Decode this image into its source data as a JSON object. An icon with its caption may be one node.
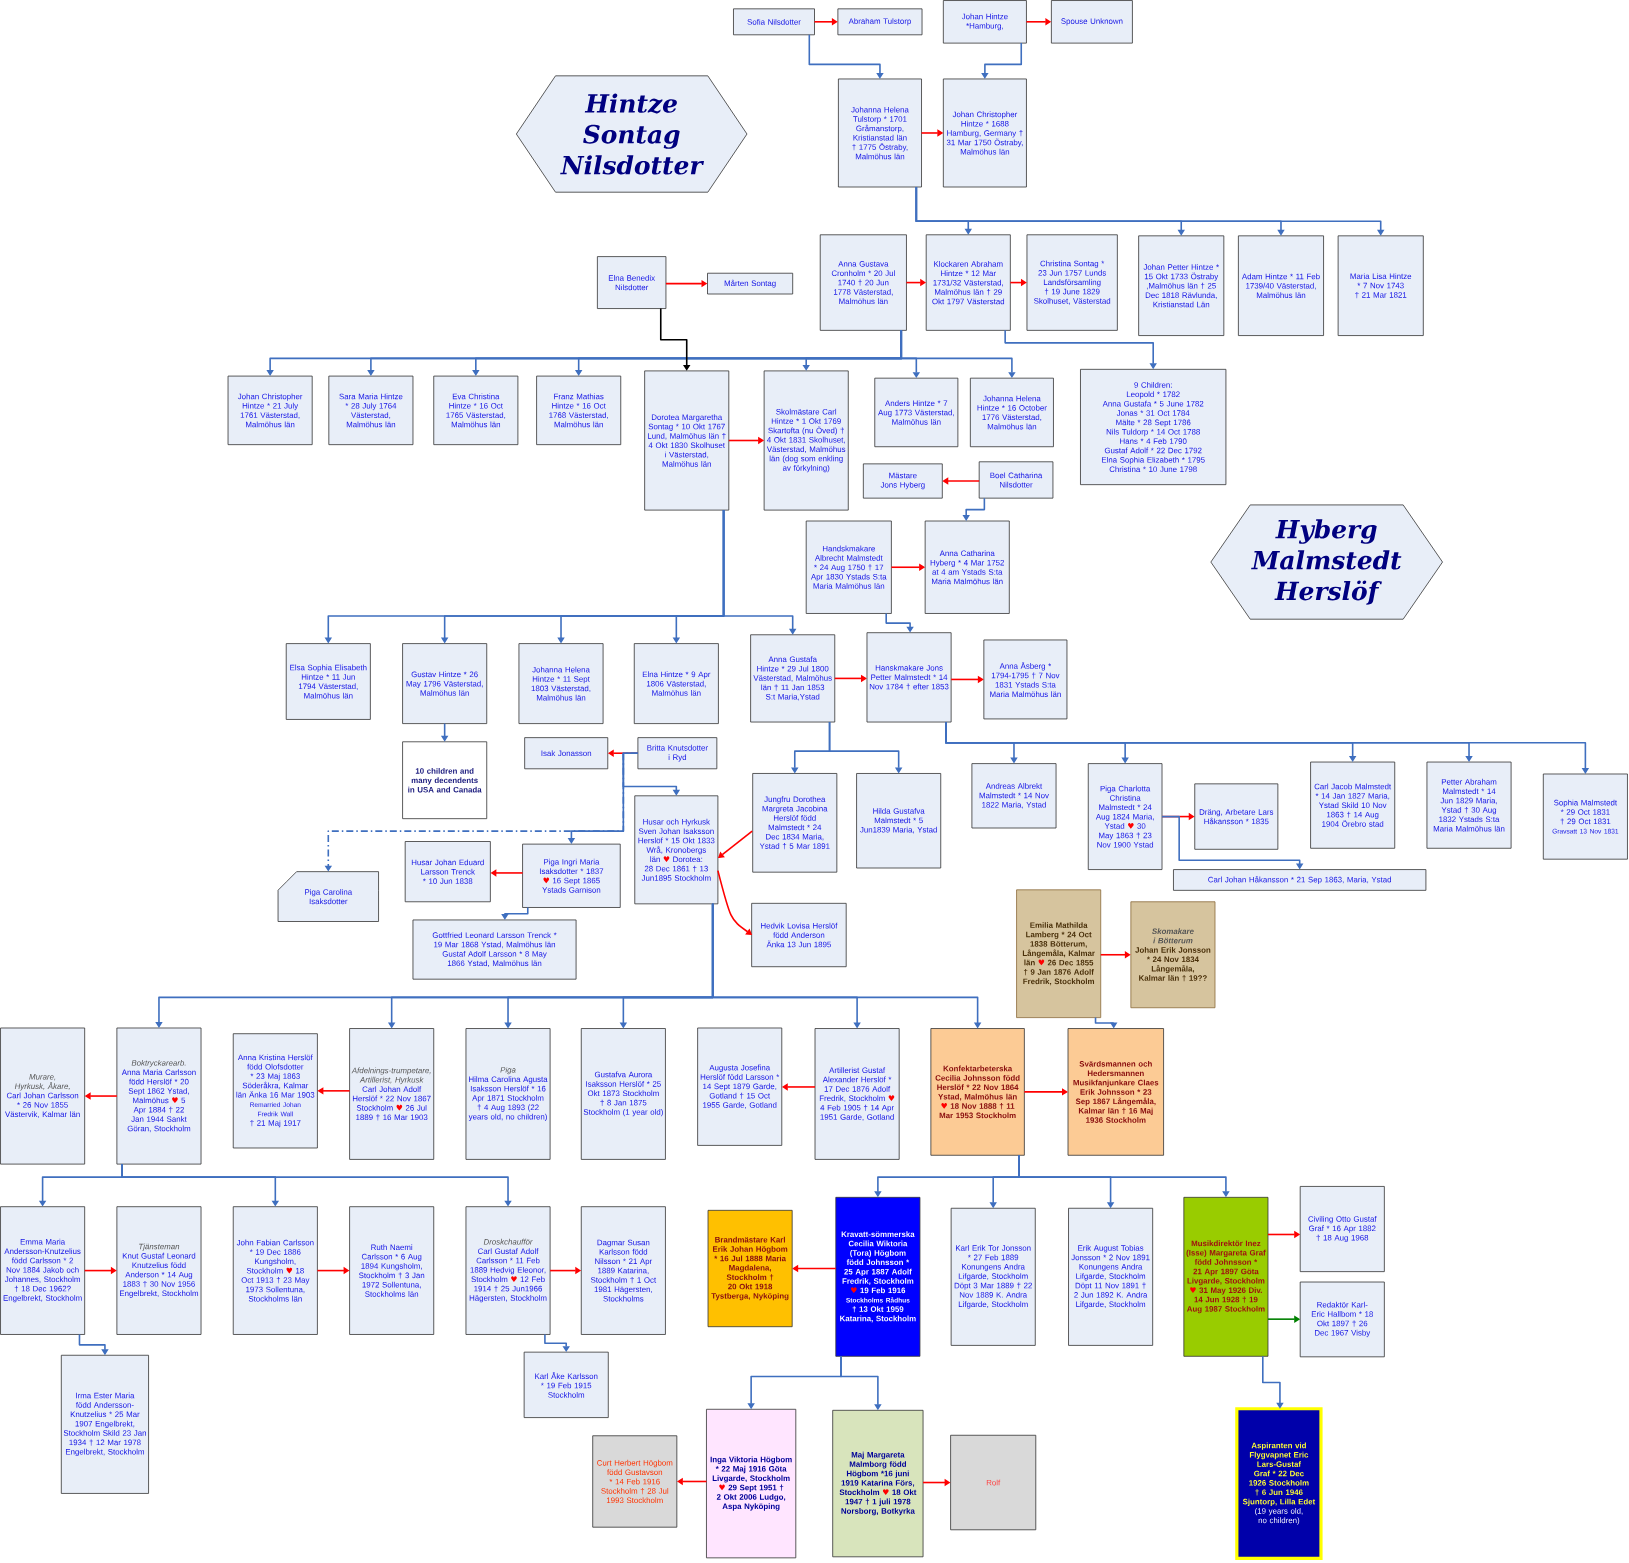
{
  "diagram": {
    "nodes": [
      {
        "text": [
          "Sofia Nilsdotter"
        ]
      },
      {
        "text": [
          "Abraham Tulstorp"
        ]
      },
      {
        "text": [
          "Johan Hintze *Hamburg,"
        ]
      },
      {
        "text": [
          "Spouse Unknown"
        ]
      },
      {
        "text": [
          "Hintze Sontag Nilsdotter"
        ]
      },
      {
        "text": [
          "Johanna Helena Tulstorp * 1701 Gråmanstorp, Kristianstad län † 1775 Östraby, Malmöhus län"
        ]
      },
      {
        "text": [
          "Johan Christopher Hintze * 1688 Hamburg, Germany † 31 Mar 1750 Östraby, Malmöhus län"
        ]
      },
      {
        "text": [
          "Anna Gustava Cronholm * 20 Jul 1740 † 20 Jun 1778 Västerstad, Malmöhus län"
        ]
      },
      {
        "text": [
          "Klockaren Abraham Hintze * 12 Mar 1731/32 Västerstad, Malmöhus län † 29 Okt 1797 Västerstad"
        ]
      },
      {
        "text": [
          "Christina Sontag * 23 Jun 1757 Lunds Landsförsamling † 19 June 1829 Skolhuset, Västerstad"
        ]
      },
      {
        "text": [
          "Johan Petter Hintze * 15 Okt 1733 Östraby ,Malmöhus län † 25 Dec 1818 Rävlunda, Kristianstad Län"
        ]
      },
      {
        "text": [
          "Adam Hintze * 11 Feb 1739/40 Västerstad, Malmöhus län"
        ]
      },
      {
        "text": [
          "Maria Lisa Hintze * 7 Nov 1743 † 21 Mar 1821"
        ]
      },
      {
        "text": [
          "Elna Benedix Nilsdotter"
        ]
      },
      {
        "text": [
          "Mårten Sontag"
        ]
      },
      {
        "text": [
          "Johan Christopher Hintze * 21 July 1761 Västerstad, Malmöhus län"
        ]
      },
      {
        "text": [
          "Sara Maria Hintze * 28 July 1764 Västerstad, Malmöhus län"
        ]
      },
      {
        "text": [
          "Eva Christina Hintze * 16 Oct 1765 Västerstad, Malmöhus län"
        ]
      },
      {
        "text": [
          "Franz Mathias Hintze * 16 Oct 1768 Västerstad, Malmöhus län"
        ]
      },
      {
        "text": [
          "Dorotea Margaretha Sontag * 10 Okt 1767 Lund, Malmöhus län † 4 Okt 1830 Skolhuset i Västerstad, Malmöhus län"
        ]
      },
      {
        "text": [
          "Skolmästare Carl Hintze * 1 Okt 1769 Skartofta (nu Öved) † 4 Okt 1831 Skolhuset, Västerstad, Malmöhus län (dog som enkling av förkylning)"
        ]
      },
      {
        "text": [
          "Anders Hintze * 7 Aug 1773 Västerstad, Malmöhus län"
        ]
      },
      {
        "text": [
          "Johanna Helena Hintze * 16 October 1776 Västerstad, Malmöhus län"
        ]
      },
      {
        "text": [
          "9 Children:",
          "Leopold * 1782",
          "Anna Gustafa * 5 June 1782",
          "Jonas * 31 Oct 1784",
          "Mälte * 28 Sept 1786",
          "Nils Tuldorp * 14 Oct 1788",
          "Hans * 4 Feb 1790",
          "Gustaf Adolf * 22 Dec 1792",
          "Elna Sophia Elizabeth * 1795",
          "Christina * 10 June 1798"
        ]
      },
      {
        "text": [
          "Mästare Jons Hyberg"
        ]
      },
      {
        "text": [
          "Boel Catharina Nilsdotter"
        ]
      },
      {
        "text": [
          "Handskmakare Albrecht Malmstedt * 24 Aug 1750 † 17 Apr 1830 Ystads S:ta Maria Malmöhus län"
        ]
      },
      {
        "text": [
          "Hyberg Malmstedt Herslöf"
        ]
      },
      {
        "text": [
          "Anna Catharina Hyberg * 4 Mar 1752 at 4 am Ystads S:ta Maria Malmöhus län"
        ]
      },
      {
        "text": [
          "Elsa Sophia Elisabeth Hintze * 11 Jun 1794 Västerstad, Malmöhus län"
        ]
      },
      {
        "text": [
          "Gustav Hintze * 26 May 1796 Västerstad, Malmöhus län"
        ]
      },
      {
        "text": [
          "Johanna Helena Hintze * 11 Sept 1803 Västerstad, Malmöhus län"
        ]
      },
      {
        "text": [
          "Elna Hintze * 9 Apr 1806 Västerstad, Malmöhus län"
        ]
      },
      {
        "text": [
          "Anna Gustafa Hintze * 29 Jul 1800 Västerstad, Malmöhus län † 11 Jan 1853 S:t Maria,Ystad"
        ]
      },
      {
        "text": [
          "Hanskmakare Jons Petter Malmstedt * 14 Nov 1784 † efter 1853"
        ]
      },
      {
        "text": [
          "Anna Åsberg * 1794-1795 † 7 Nov 1831 Ystads S:ta Maria Malmöhus län"
        ]
      },
      {
        "text": [
          "10 children and many decendents in USA and Canada"
        ]
      },
      {
        "text": [
          "Isak Jonasson"
        ]
      },
      {
        "text": [
          "Britta Knutsdotter i Ryd"
        ]
      },
      {
        "text": [
          "Jungfru Dorothea Margreta Jacobina Herslöf född Malmstedt * 24 Dec 1834 Maria, Ystad † 5 Mar 1891"
        ]
      },
      {
        "text": [
          "Husar och Hyrkusk Sven Johan Isaksson Herslöf * 15 Okt 1833 Wrå, Kronobergs län ♥ Dorotea: 28 Dec 1861 † 13 Jun1895 Stockholm"
        ]
      },
      {
        "text": [
          "Hilda Gustafva Malmstedt * 5 Jun1839 Maria, Ystad"
        ]
      },
      {
        "text": [
          "Piga Ingri Maria Isaksdotter * 1837 ♥ 16 Sept 1865 Ystads Garnison"
        ]
      },
      {
        "text": [
          "Piga Carolina Isaksdotter"
        ]
      },
      {
        "text": [
          "Husar Johan Eduard Larsson Trenck * 10 Jun 1838"
        ]
      },
      {
        "text": [
          "Gottfried Leonard Larsson Trenck * 19 Mar 1868 Ystad, Malmöhus län",
          "Gustaf Adolf Larsson * 8 May 1866 Ystad, Malmöhus län"
        ]
      },
      {
        "text": [
          "Hedvik Lovisa Herslöf född Anderson Änka 13 Jun 1895"
        ]
      },
      {
        "text": [
          "Murare, Hyrkusk, Åkare,",
          "Carl Johan Carlsson * 26 Nov 1855 Västervik, Kalmar län"
        ]
      },
      {
        "text": [
          "Boktryckarearb.",
          "Anna Maria Carlsson född Herslöf * 20 Sept 1862 Ystad, Malmöhus ♥ 5 Apr 1884 † 22 Jan 1944 Sankt Göran, Stockholm"
        ]
      },
      {
        "text": [
          "Anna Kristina Herslöf född Olofsdotter * 23 Maj 1863 Söderåkra, Kalmar län Änka 16 Mar 1903",
          "Remarried Johan Fredrik Wall",
          "† 21 Maj 1917"
        ]
      },
      {
        "text": [
          "Afdelnings-trumpetare, Artillerist, Hyrkusk",
          "Carl Johan Adolf Herslöf * 22 Nov 1867 Stockholm ♥ 26 Jul 1889 † 16 Mar 1903"
        ]
      },
      {
        "text": [
          "Piga",
          "Hilma Carolina Agusta Isaksson Herslöf * 16 Apr 1871 Stockholm † 4 Aug 1893 (22 years old, no children)"
        ]
      },
      {
        "text": [
          "Gustafva Aurora Isaksson Herslöf * 25 Okt 1873 Stockholm † 8 Jan 1875 Stockholm (1 year old)"
        ]
      },
      {
        "text": [
          "Augusta Josefina Herslöf född Larsson * 14 Sept 1879 Garde, Gotland † 15 Oct 1955 Garde, Gotland"
        ]
      },
      {
        "text": [
          "Artillerist Gustaf Alexander Herslöf * 17 Dec 1876 Adolf Fredrik, Stockholm ♥ 4 Feb 1905 † 14 Apr 1951 Garde, Gotland"
        ]
      },
      {
        "text": [
          "Konfektarbeterska Cecilia Johnsson född Herslöf * 22 Nov 1864 Ystad, Malmöhus län ♥ 18 Nov 1888 † 11 Mar 1953 Stockholm"
        ]
      },
      {
        "text": [
          "Svärdsmannen och Hedersmannen Musikfanjunkare Claes Erik Johnsson * 23 Sep 1867 Långemåla, Kalmar län † 16 Maj 1936 Stockholm"
        ]
      },
      {
        "text": [
          "Emilia Mathilda Lamberg * 24 Oct 1838 Bötterum, Långemåla, Kalmar län ♥ 26 Dec 1855 † 9 Jan 1876 Adolf Fredrik, Stockholm"
        ]
      },
      {
        "text": [
          "Skomakare i Bötterum",
          "Johan Erik Jonsson * 24 Nov 1834 Långemåla, Kalmar län † 19??"
        ]
      },
      {
        "text": [
          "Andreas Albrekt Malmstedt * 14 Nov 1822 Maria, Ystad"
        ]
      },
      {
        "text": [
          "Piga Charlotta Christina Malmstedt * 24 Aug 1824 Maria, Ystad ♥ 30 May 1863 † 23 Nov 1900 Ystad"
        ]
      },
      {
        "text": [
          "Dräng, Arbetare Lars Håkansson * 1835"
        ]
      },
      {
        "text": [
          "Carl Johan Håkansson * 21 Sep 1863, Maria, Ystad"
        ]
      },
      {
        "text": [
          "Carl Jacob Malmstedt * 14 Jan 1827 Maria, Ystad Skild 10 Nov 1863 † 14 Aug 1904 Örebro stad"
        ]
      },
      {
        "text": [
          "Petter Abraham Malmstedt * 14 Jun 1829 Maria, Ystad † 30 Aug 1832 Ystads S:ta Maria Malmöhus län"
        ]
      },
      {
        "text": [
          "Sophia Malmstedt * 29 Oct 1831 † 29 Oct 1831",
          "Gravsatt 13 Nov 1831"
        ]
      },
      {
        "text": [
          "Emma Maria Andersson-Knutzelius född Carlsson * 2 Nov 1884 Jakob och Johannes, Stockholm † 18 Dec 1962? Engelbrekt, Stockholm"
        ]
      },
      {
        "text": [
          "Tjänsteman",
          "Knut Gustaf Leonard Knutzelius född Anderson * 14 Aug 1883 † 30 Nov 1956 Engelbrekt, Stockholm"
        ]
      },
      {
        "text": [
          "Irma Ester Maria född Andersson-Knutzelius * 25 Mar 1907 Engelbrekt, Stockholm Skild 23 Jan 1934 † 12 Mar 1978 Engelbrekt, Stockholm"
        ]
      },
      {
        "text": [
          "John Fabian Carlsson * 19 Dec 1886 Kungsholm, Stockholm ♥ 18 Oct 1913 † 23 May 1973 Sollentuna, Stockholms län"
        ]
      },
      {
        "text": [
          "Ruth Naemi Carlsson * 6 Aug 1894 Kungsholm, Stockholm † 3 Jan 1972 Sollentuna, Stockholms län"
        ]
      },
      {
        "text": [
          "Droskchaufför",
          "Carl Gustaf Adolf Carlsson * 11 Feb 1889 Hedvig Eleonor, Stockholm ♥ 12 Feb 1914 † 25 Jun1966 Hägersten, Stockholm"
        ]
      },
      {
        "text": [
          "Dagmar Susan Karlsson född Nilsson * 21 Apr 1889 Katarina, Stockholm † 1 Oct 1981 Hägersten, Stockholms"
        ]
      },
      {
        "text": [
          "Karl Åke Karlsson * 19 Feb 1915 Stockholm"
        ]
      },
      {
        "text": [
          "Brandmästare Karl Erik Johan Högbom * 16 Jul 1888 Maria Magdalena, Stockholm † 20 Okt 1918 Tystberga, Nyköping"
        ]
      },
      {
        "text": [
          "Kravatt-sömmerska Cecilia Wiktoria (Tora) Högbom född Johnsson * 25 Apr 1887 Adolf Fredrik, Stockholm ♥ 19 Feb 1916",
          "Stockholms Rådhus",
          "† 13 Okt 1959 Katarina, Stockholm"
        ]
      },
      {
        "text": [
          "Karl Erik Tor Jonsson * 27 Feb 1889 Konungens Andra Lifgarde, Stockholm Döpt 3 Mar 1889 † 22 Nov 1889 K. Andra Lifgarde, Stockholm"
        ]
      },
      {
        "text": [
          "Erik August Tobias Jonsson * 2 Nov 1891 Konungens Andra Lifgarde, Stockholm Döpt 11 Nov 1891 † 2 Jun 1892 K. Andra Lifgarde, Stockholm"
        ]
      },
      {
        "text": [
          "Musikdirektör Inez (Isse) Margareta Graf född Johnsson * 21 Apr 1897 Göta Livgarde, Stockholm ♥ 31 May 1926 Div. 14 Jun 1928 † 19 Aug 1987 Stockholm"
        ]
      },
      {
        "text": [
          "Civiling Otto Gustaf Graf * 16 Apr 1882 † 18 Aug 1968"
        ]
      },
      {
        "text": [
          "Redaktör Karl-Eric Hallbom * 18 Okt 1897 † 26 Dec 1967 Visby"
        ]
      },
      {
        "text": [
          "Aspiranten vid Flygvapnet Eric Lars-Gustaf Graf * 22 Dec 1926 Stockholm † 6 Jun 1946 Sjuntorp, Lilla Edet",
          "(19 years old, no children)"
        ]
      },
      {
        "text": [
          "Curt Herbert Högbom född Gustavson * 14 Feb 1916 Stockholm † 28 Jul 1993 Stockholm"
        ]
      },
      {
        "text": [
          "Inga Viktoria Högbom * 22 Maj 1916 Göta Livgarde, Stockholm ♥ 29 Sept 1951 † 2 Okt 2006 Ludgo, Aspa Nyköping"
        ]
      },
      {
        "text": [
          "Maj Margareta Malmborg född Högbom *16 juni 1919 Katarina Förs, Stockholm ♥ 18 Okt 1947 † 1 juli 1978 Norsborg, Botkyrka"
        ]
      },
      {
        "text": [
          "Rolf"
        ]
      }
    ],
    "edges": [
      {
        "from": 0,
        "to": 1,
        "arrow": "to",
        "color": "#ff0000"
      },
      {
        "from": 2,
        "to": 3,
        "arrow": "to",
        "color": "#ff0000"
      },
      {
        "from": 0,
        "to": 5,
        "arrow": "to"
      },
      {
        "from": 2,
        "to": 6,
        "arrow": "to"
      },
      {
        "from": 5,
        "to": 6,
        "arrow": "to",
        "color": "#ff0000"
      },
      {
        "from": 5,
        "to": 8,
        "arrow": "to"
      },
      {
        "from": 5,
        "to": 10,
        "arrow": "to"
      },
      {
        "from": 5,
        "to": 11,
        "arrow": "to"
      },
      {
        "from": 5,
        "to": 12,
        "arrow": "to"
      },
      {
        "from": 7,
        "to": 8,
        "arrow": "to",
        "color": "#ff0000"
      },
      {
        "from": 8,
        "to": 9,
        "arrow": "to",
        "color": "#ff0000"
      },
      {
        "from": 7,
        "to": 15,
        "arrow": "to"
      },
      {
        "from": 7,
        "to": 16,
        "arrow": "to"
      },
      {
        "from": 7,
        "to": 17,
        "arrow": "to"
      },
      {
        "from": 7,
        "to": 18,
        "arrow": "to"
      },
      {
        "from": 7,
        "to": 20,
        "arrow": "to"
      },
      {
        "from": 7,
        "to": 21,
        "arrow": "to"
      },
      {
        "from": 7,
        "to": 22,
        "arrow": "to"
      },
      {
        "from": 8,
        "to": 23,
        "arrow": "to"
      },
      {
        "from": 13,
        "to": 14,
        "arrow": "to",
        "color": "#ff0000"
      },
      {
        "from": 13,
        "to": 19,
        "arrow": "to",
        "color": "#000000"
      },
      {
        "from": 19,
        "to": 20,
        "arrow": "to",
        "color": "#ff0000"
      },
      {
        "from": 19,
        "to": 29,
        "arrow": "to"
      },
      {
        "from": 19,
        "to": 30,
        "arrow": "to"
      },
      {
        "from": 19,
        "to": 31,
        "arrow": "to"
      },
      {
        "from": 19,
        "to": 32,
        "arrow": "to"
      },
      {
        "from": 19,
        "to": 33,
        "arrow": "to"
      },
      {
        "from": 25,
        "to": 24,
        "arrow": "to",
        "color": "#ff0000"
      },
      {
        "from": 25,
        "to": 28,
        "arrow": "to"
      },
      {
        "from": 26,
        "to": 28,
        "arrow": "to",
        "color": "#ff0000"
      },
      {
        "from": 26,
        "to": 34,
        "arrow": "to"
      },
      {
        "from": 33,
        "to": 34,
        "arrow": "to",
        "color": "#ff0000"
      },
      {
        "from": 34,
        "to": 35,
        "arrow": "to",
        "color": "#ff0000"
      },
      {
        "from": 30,
        "to": 36,
        "arrow": "to"
      },
      {
        "from": 38,
        "to": 37,
        "arrow": "to",
        "color": "#ff0000"
      },
      {
        "from": 38,
        "to": 40,
        "arrow": "to"
      },
      {
        "from": 38,
        "to": 42,
        "arrow": "to"
      },
      {
        "from": 38,
        "to": 43,
        "arrow": "to",
        "style": "dashed"
      },
      {
        "from": 33,
        "to": 39,
        "arrow": "to"
      },
      {
        "from": 33,
        "to": 41,
        "arrow": "to"
      },
      {
        "from": 34,
        "to": 59,
        "arrow": "to"
      },
      {
        "from": 34,
        "to": 60,
        "arrow": "to"
      },
      {
        "from": 34,
        "to": 63,
        "arrow": "to"
      },
      {
        "from": 34,
        "to": 64,
        "arrow": "to"
      },
      {
        "from": 34,
        "to": 65,
        "arrow": "to"
      },
      {
        "from": 60,
        "to": 61,
        "arrow": "to",
        "color": "#ff0000"
      },
      {
        "from": 60,
        "to": 62,
        "arrow": "to"
      },
      {
        "from": 39,
        "to": 40,
        "arrow": "to",
        "color": "#ff0000"
      },
      {
        "from": 40,
        "to": 46,
        "arrow": "to",
        "color": "#ff0000"
      },
      {
        "from": 42,
        "to": 44,
        "arrow": "to",
        "color": "#ff0000"
      },
      {
        "from": 42,
        "to": 45,
        "arrow": "to"
      },
      {
        "from": 40,
        "to": 48,
        "arrow": "to"
      },
      {
        "from": 40,
        "to": 50,
        "arrow": "to"
      },
      {
        "from": 40,
        "to": 51,
        "arrow": "to"
      },
      {
        "from": 40,
        "to": 52,
        "arrow": "to"
      },
      {
        "from": 40,
        "to": 54,
        "arrow": "to"
      },
      {
        "from": 40,
        "to": 55,
        "arrow": "to"
      },
      {
        "from": 48,
        "to": 47,
        "arrow": "to",
        "color": "#ff0000"
      },
      {
        "from": 50,
        "to": 49,
        "arrow": "to",
        "color": "#ff0000"
      },
      {
        "from": 54,
        "to": 53,
        "arrow": "to",
        "color": "#ff0000"
      },
      {
        "from": 55,
        "to": 56,
        "arrow": "to",
        "color": "#ff0000"
      },
      {
        "from": 57,
        "to": 58,
        "arrow": "to",
        "color": "#ff0000"
      },
      {
        "from": 57,
        "to": 56,
        "arrow": "to"
      },
      {
        "from": 48,
        "to": 66,
        "arrow": "to"
      },
      {
        "from": 48,
        "to": 69,
        "arrow": "to"
      },
      {
        "from": 48,
        "to": 71,
        "arrow": "to"
      },
      {
        "from": 66,
        "to": 67,
        "arrow": "to",
        "color": "#ff0000"
      },
      {
        "from": 66,
        "to": 68,
        "arrow": "to"
      },
      {
        "from": 69,
        "to": 70,
        "arrow": "to",
        "color": "#ff0000"
      },
      {
        "from": 71,
        "to": 72,
        "arrow": "to",
        "color": "#ff0000"
      },
      {
        "from": 71,
        "to": 73,
        "arrow": "to"
      },
      {
        "from": 55,
        "to": 75,
        "arrow": "to"
      },
      {
        "from": 55,
        "to": 76,
        "arrow": "to"
      },
      {
        "from": 55,
        "to": 77,
        "arrow": "to"
      },
      {
        "from": 55,
        "to": 78,
        "arrow": "to"
      },
      {
        "from": 75,
        "to": 74,
        "arrow": "to",
        "color": "#ff0000"
      },
      {
        "from": 75,
        "to": 83,
        "arrow": "to"
      },
      {
        "from": 75,
        "to": 84,
        "arrow": "to"
      },
      {
        "from": 78,
        "to": 79,
        "arrow": "to",
        "color": "#ff0000"
      },
      {
        "from": 78,
        "to": 80,
        "arrow": "to",
        "color": "#008000"
      },
      {
        "from": 78,
        "to": 81,
        "arrow": "to"
      },
      {
        "from": 83,
        "to": 82,
        "arrow": "to",
        "color": "#ff0000"
      },
      {
        "from": 84,
        "to": 85,
        "arrow": "to",
        "color": "#ff0000"
      }
    ]
  }
}
